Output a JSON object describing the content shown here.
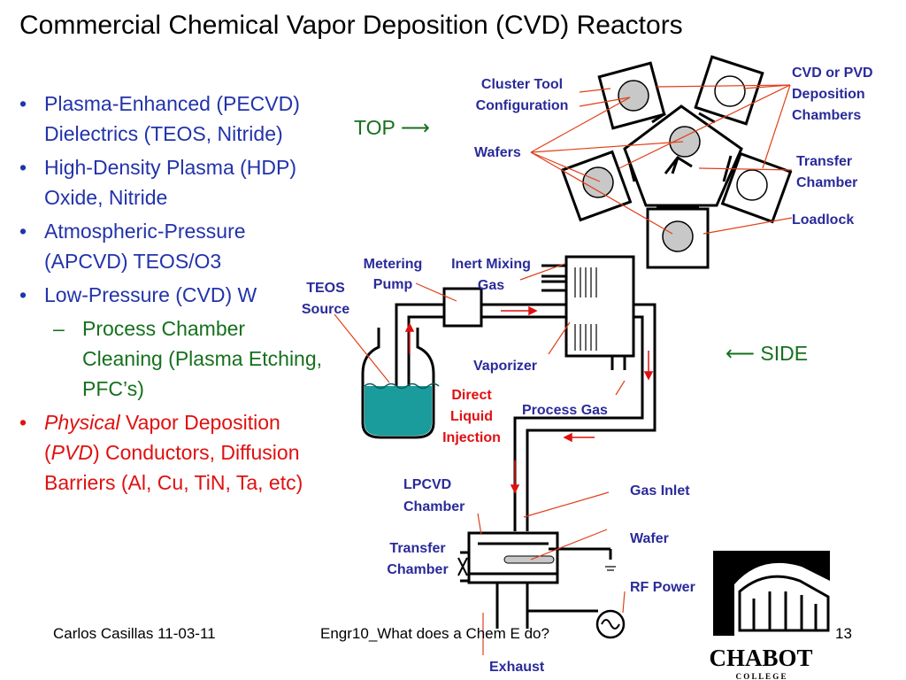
{
  "title": "Commercial Chemical Vapor Deposition (CVD) Reactors",
  "bullets": [
    {
      "text": "Plasma-Enhanced (PECVD) Dielectrics (TEOS, Nitride)"
    },
    {
      "text": "High-Density Plasma (HDP) Oxide, Nitride"
    },
    {
      "text": "Atmospheric-Pressure (APCVD) TEOS/O3"
    },
    {
      "text": "Low-Pressure (CVD) W"
    },
    {
      "text": "Process Chamber Cleaning (Plasma Etching, PFC’s)"
    },
    {
      "italic1": "Physical",
      "mid1": " Vapor Deposition (",
      "italic2": "PVD",
      "rest": ") Conductors, Diffusion Barriers (Al, Cu, TiN, Ta, etc)"
    }
  ],
  "markers": {
    "bullet": "•",
    "dash": "–"
  },
  "diagram": {
    "top": "TOP ⟶",
    "side": "⟵ SIDE",
    "cluster_tool_line1": "Cluster Tool",
    "cluster_tool_line2": "Configuration",
    "cvd_pvd_1": "CVD or PVD",
    "cvd_pvd_2": "Deposition",
    "cvd_pvd_3": "Chambers",
    "wafers": "Wafers",
    "transfer_1": "Transfer",
    "transfer_2": "Chamber",
    "loadlock": "Loadlock",
    "metering_1": "Metering",
    "metering_2": "Pump",
    "inert_1": "Inert Mixing",
    "inert_2": "Gas",
    "teos_1": "TEOS",
    "teos_2": "Source",
    "vaporizer": "Vaporizer",
    "dli_1": "Direct",
    "dli_2": "Liquid",
    "dli_3": "Injection",
    "process_gas": "Process Gas",
    "lpcvd_1": "LPCVD",
    "lpcvd_2": "Chamber",
    "gas_inlet": "Gas Inlet",
    "wafer": "Wafer",
    "transfer_side_1": "Transfer",
    "transfer_side_2": "Chamber",
    "rf_power": "RF Power",
    "exhaust": "Exhaust"
  },
  "footer": {
    "author": "Carlos Casillas 11-03-11",
    "course": "Engr10_What does a Chem E do?",
    "page": "13"
  },
  "logo": {
    "name": "CHABOT",
    "sub": "C O L L E G E"
  },
  "colors": {
    "text_blue": "#2233aa",
    "text_green": "#16701d",
    "text_red": "#e01010",
    "label_blue": "#2a2a9a",
    "leader": "#e0401a",
    "liquid": "#1a9c9c"
  }
}
